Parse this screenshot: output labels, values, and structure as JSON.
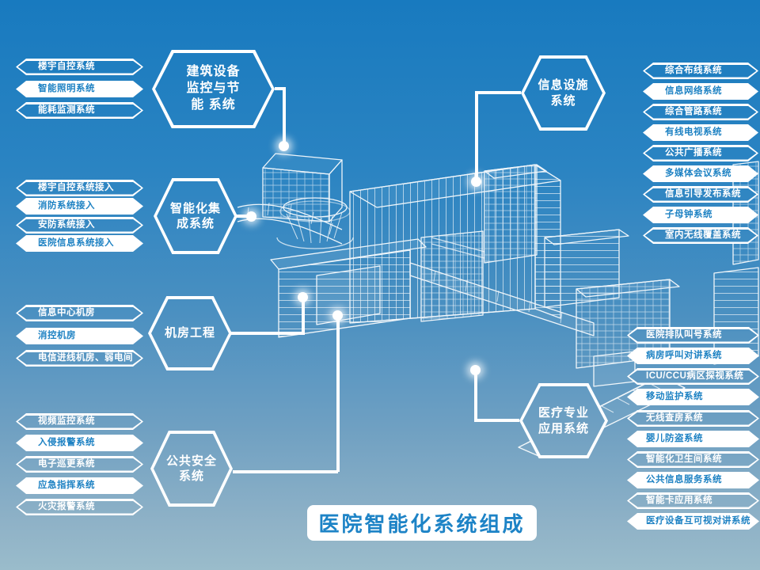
{
  "title": {
    "text": "医院智能化系统组成"
  },
  "left_groups": [
    {
      "hexagon": "建筑设备\n监控与节\n能 系统",
      "items": [
        "楼宇自控系统",
        "智能照明系统",
        "能耗监测系统"
      ]
    },
    {
      "hexagon": "智能化集\n成系统",
      "items": [
        "楼宇自控系统接入",
        "消防系统接入",
        "安防系统接入",
        "医院信息系统接入"
      ]
    },
    {
      "hexagon": "机房工程",
      "items": [
        "信息中心机房",
        "消控机房",
        "电信进线机房、弱电间"
      ]
    },
    {
      "hexagon": "公共安全\n系统",
      "items": [
        "视频监控系统",
        "入侵报警系统",
        "电子巡更系统",
        "应急指挥系统",
        "火灾报警系统"
      ]
    }
  ],
  "right_groups": [
    {
      "hexagon": "信息设施\n系统",
      "items": [
        "综合布线系统",
        "信息网络系统",
        "综合管路系统",
        "有线电视系统",
        "公共广播系统",
        "多媒体会议系统",
        "信息引导发布系统",
        "子母钟系统",
        "室内无线覆盖系统"
      ]
    },
    {
      "hexagon": "医疗专业\n应用系统",
      "items": [
        "医院排队叫号系统",
        "病房呼叫对讲系统",
        "ICU/CCU病区探视系统",
        "移动监护系统",
        "无线查房系统",
        "婴儿防盗系统",
        "智能化卫生间系统",
        "公共信息服务系统",
        "智能卡应用系统",
        "医疗设备互可视对讲系统"
      ]
    }
  ],
  "colors": {
    "background_top": "#187abf",
    "background_bottom": "#9abccb",
    "accent_blue": "#1e82c3",
    "line_white": "#ffffff"
  }
}
